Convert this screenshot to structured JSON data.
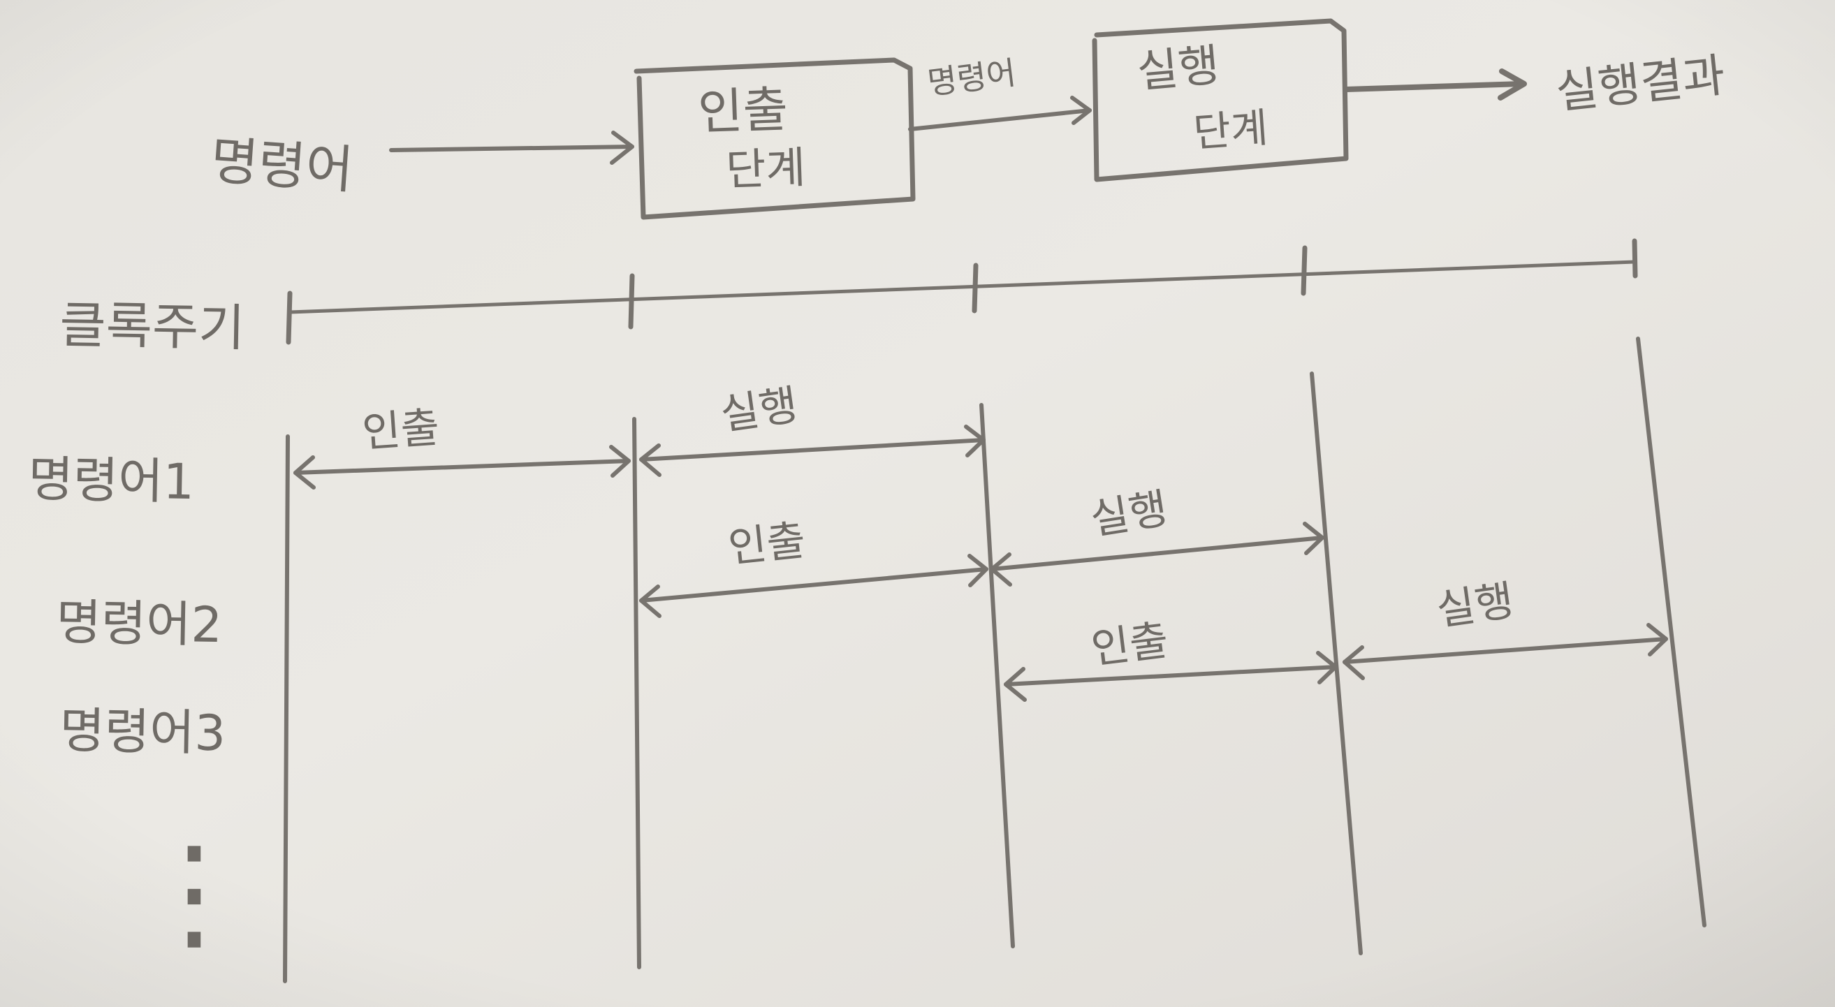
{
  "pipeline": {
    "input_label": "명령어",
    "fetch_box_label": [
      "인출",
      "단계"
    ],
    "between_label": "명령어",
    "execute_box_label": [
      "실행",
      "단계"
    ],
    "output_label": "실행결과"
  },
  "clock": {
    "label": "클록주기"
  },
  "instructions": [
    {
      "label": "명령어1",
      "segments": [
        {
          "label": "인출"
        },
        {
          "label": "실행"
        }
      ]
    },
    {
      "label": "명령어2",
      "segments": [
        {
          "label": "인출"
        },
        {
          "label": "실행"
        }
      ]
    },
    {
      "label": "명령어3",
      "segments": [
        {
          "label": "인출"
        },
        {
          "label": "실행"
        }
      ]
    }
  ],
  "continuation": "⋮",
  "colors": {
    "paper": "#e6e4df",
    "ink": "#77736e"
  }
}
